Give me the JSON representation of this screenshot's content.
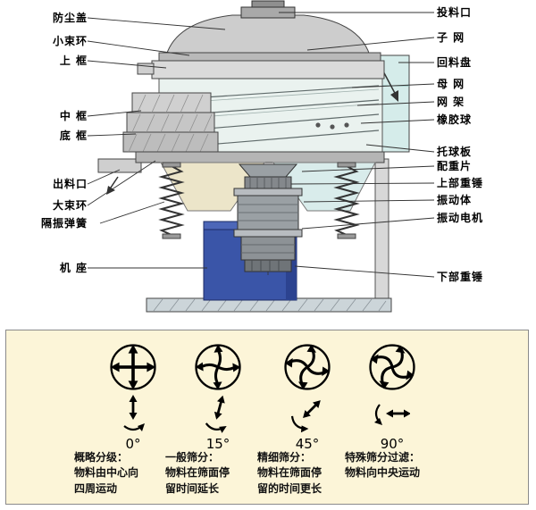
{
  "diagram": {
    "left_labels": [
      "防尘盖",
      "小束环",
      "上 框",
      "中 框",
      "底 框",
      "出料口",
      "大束环",
      "隔振弹簧",
      "机 座"
    ],
    "right_labels": [
      "投料口",
      "子 网",
      "回料盘",
      "母 网",
      "网 架",
      "橡胶球",
      "托球板",
      "配重片",
      "上部重锤",
      "振动体",
      "振动电机",
      "下部重锤"
    ]
  },
  "panel": {
    "items": [
      {
        "angle": "0°",
        "title": "概略分级：",
        "body": "物料由中心向\n四周运动"
      },
      {
        "angle": "15°",
        "title": "一般筛分：",
        "body": "物料在筛面停\n留时间延长"
      },
      {
        "angle": "45°",
        "title": "精细筛分：",
        "body": "物料在筛面停\n留的时间更长"
      },
      {
        "angle": "90°",
        "title": "特殊筛分过滤：",
        "body": "物料向中央运动"
      }
    ]
  },
  "colors": {
    "base_blue": "#3a55a8",
    "panel_bg": "#fcf5d8",
    "tray_cyan": "#d5ecea",
    "funnel_yellow": "#ece5c9"
  }
}
